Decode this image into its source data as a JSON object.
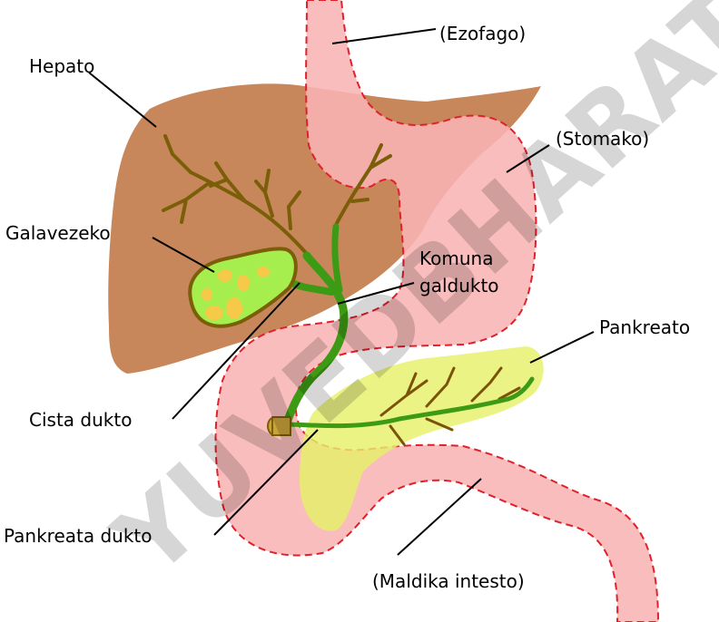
{
  "watermark": "YUVEDBHARATI",
  "labels": {
    "liver": "Hepato",
    "esophagus": "(Ezofago)",
    "stomach": "(Stomako)",
    "gall_bladder": "Galavezeko",
    "common_bile_duct_line1": "Komuna",
    "common_bile_duct_line2": "galdukto",
    "pancreas": "Pankreato",
    "cystic_duct": "Cista dukto",
    "pancreatic_duct": "Pankreata dukto",
    "small_intestine": "(Maldika intesto)"
  },
  "colors": {
    "liver": "#c8875a",
    "stomach": "#f9b4b4",
    "stomach_outline": "#e0202a",
    "pancreas": "#e6f06a",
    "gall_bladder": "#a6ee4e",
    "ducts": "#3c9a14",
    "hepatic_ducts": "#7a5e08",
    "pancreatic_branches": "#7a5308",
    "gall_stones": "#f6c948"
  }
}
